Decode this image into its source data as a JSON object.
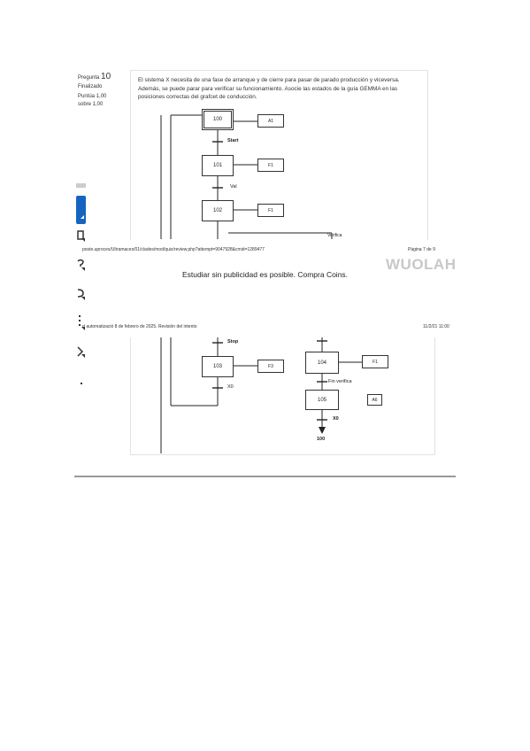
{
  "question": {
    "label": "Pregunta",
    "number": "10",
    "status": "Finalizado",
    "score_line1": "Puntúa 1,00",
    "score_line2": "sobre 1,00",
    "text": "El sistema X necesita de una fase de arranque y de cierre para pasar de parado producción y viceversa. Además, se puede parar para verificar su funcionamiento. Asocie las estados de la guía GEMMA en las posiciones correctas del grafcet de conducción."
  },
  "grafcet": {
    "steps": [
      "100",
      "101",
      "102",
      "103",
      "104",
      "105"
    ],
    "actions": [
      "A1",
      "F1",
      "F1",
      "F3",
      "F1",
      "A6"
    ],
    "transitions": [
      "Start",
      "Val",
      "Verifica",
      "Stop",
      "X0",
      "Fin verifica",
      "X0"
    ],
    "target": "100"
  },
  "print_header": {
    "url": "poste.uproces/Ultramaces/01/clades/mod/quiz/review.php?attempt=9047928&cmid=1289477",
    "page": "Página 7 de 9",
    "footer_left": "rt automatizació 8 de febrero de 2025. Revisión del intento",
    "footer_right": "11/2/21 11:00"
  },
  "ad": {
    "brand": "WUOLAH",
    "banner": "Estudiar sin publicidad es posible. Compra Coins."
  },
  "sidebar": {
    "icons": [
      "download-icon",
      "share-icon",
      "chat-icon",
      "save-icon",
      "list-icon",
      "expand-icon"
    ]
  }
}
